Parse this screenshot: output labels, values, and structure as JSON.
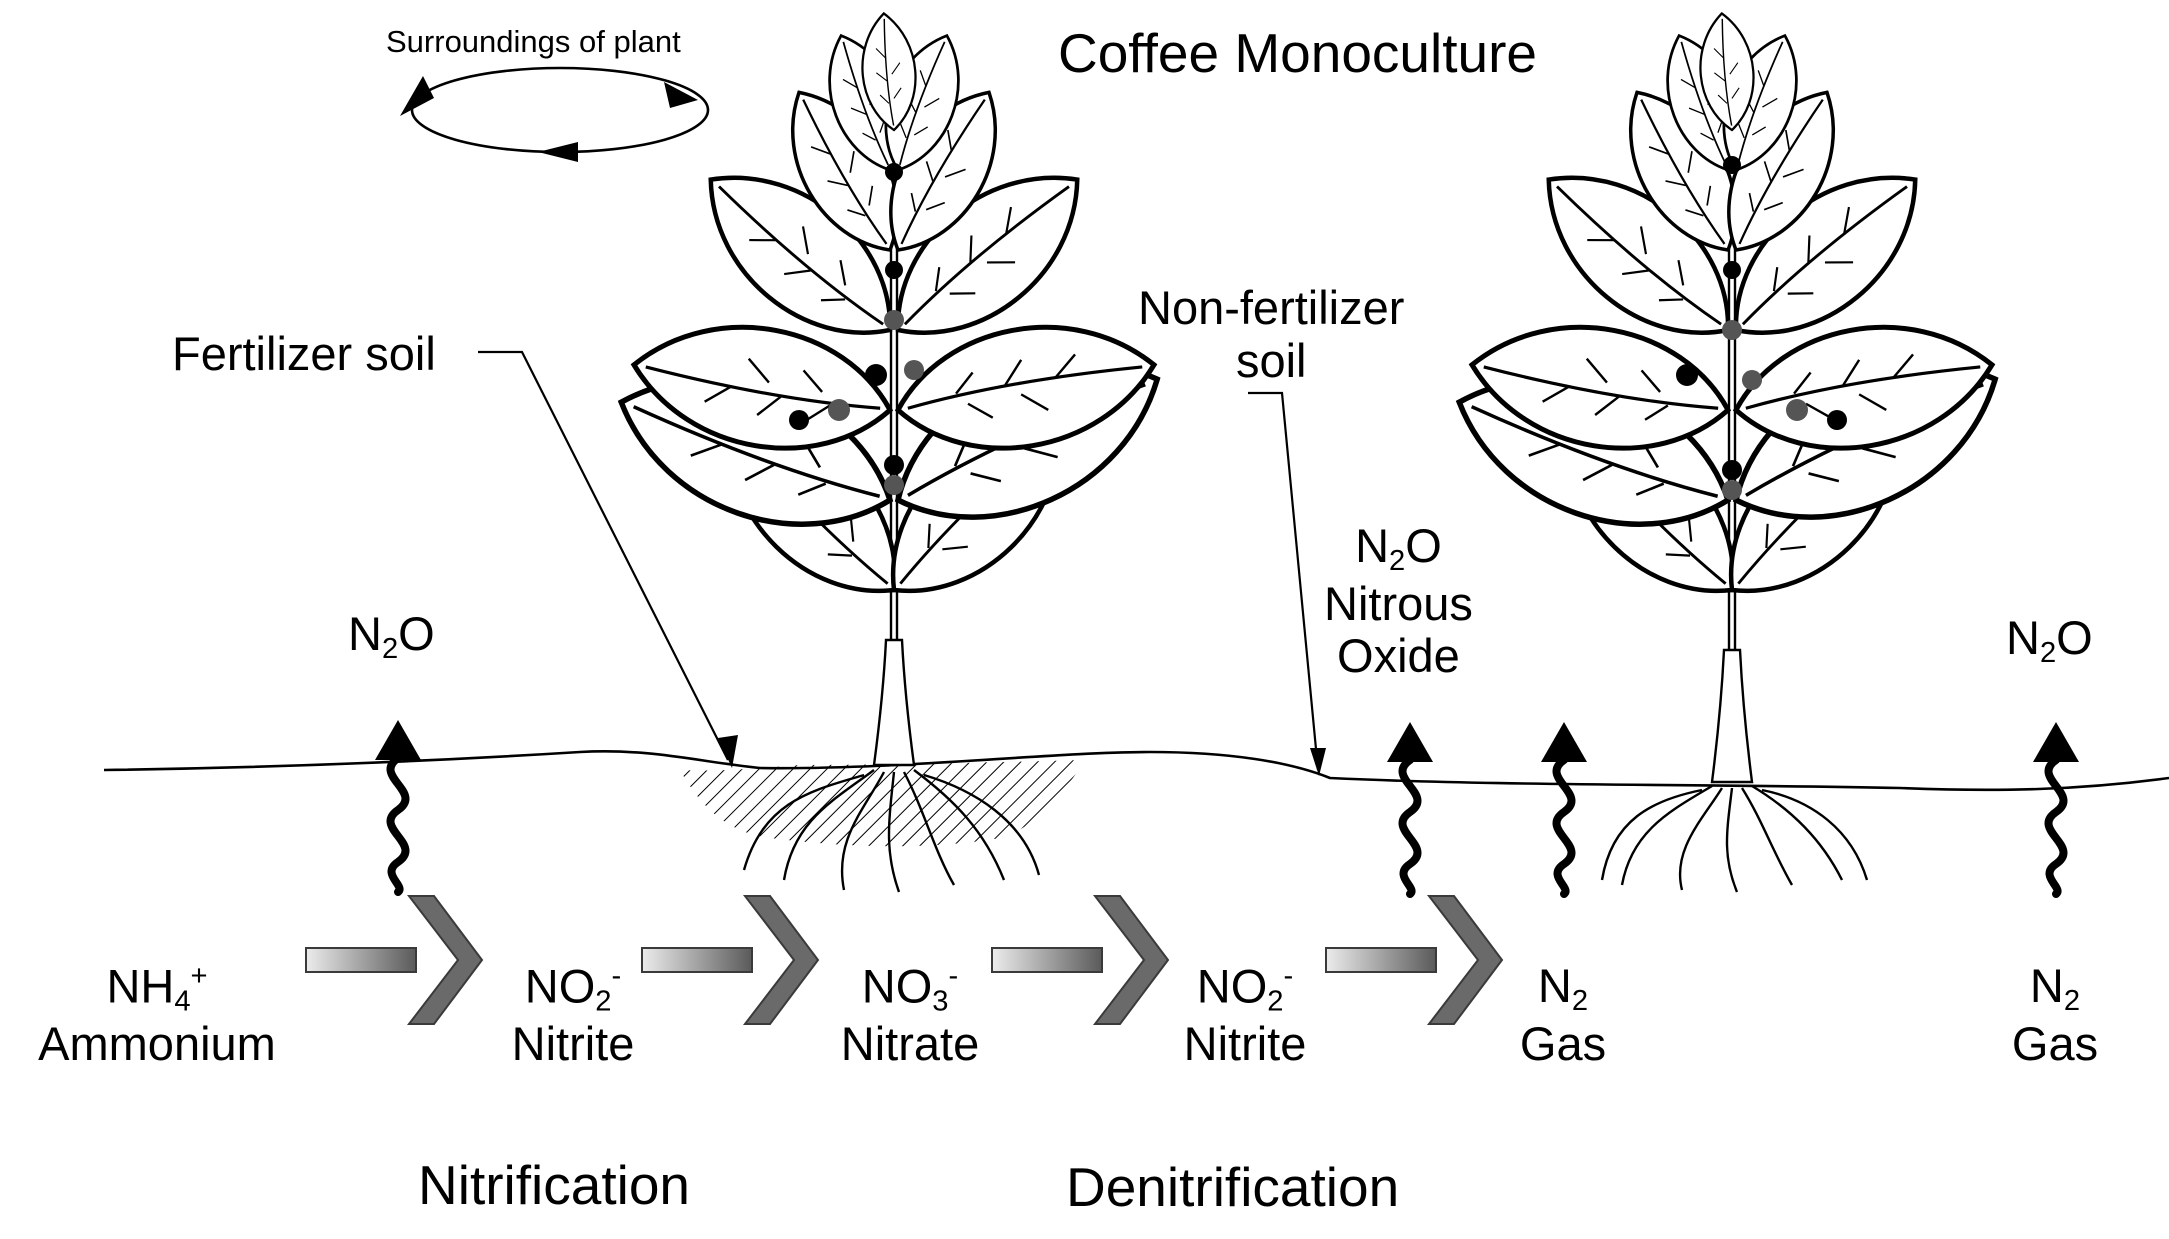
{
  "title": "Coffee Monoculture",
  "surroundings_label": "Surroundings of plant",
  "fertilizer_label": "Fertilizer soil",
  "nonfertilizer_label": [
    "Non-fertilizer",
    "soil"
  ],
  "emissions": {
    "left": {
      "base": "N",
      "sub": "2",
      "rest": "O"
    },
    "middle": {
      "base": "N",
      "sub": "2",
      "rest": "O",
      "line2": "Nitrous",
      "line3": "Oxide"
    },
    "right": {
      "base": "N",
      "sub": "2",
      "rest": "O"
    }
  },
  "compounds": [
    {
      "formula_base": "NH",
      "formula_sub": "4",
      "formula_sup": "+",
      "name": "Ammonium"
    },
    {
      "formula_base": "NO",
      "formula_sub": "2",
      "formula_sup": "-",
      "name": "Nitrite"
    },
    {
      "formula_base": "NO",
      "formula_sub": "3",
      "formula_sup": "-",
      "name": "Nitrate"
    },
    {
      "formula_base": "NO",
      "formula_sub": "2",
      "formula_sup": "-",
      "name": "Nitrite"
    },
    {
      "formula_base": "N",
      "formula_sub": "2",
      "formula_sup": "",
      "name": "Gas"
    },
    {
      "formula_base": "N",
      "formula_sub": "2",
      "formula_sup": "",
      "name": "Gas"
    }
  ],
  "processes": {
    "nitrification": "Nitrification",
    "denitrification": "Denitrification"
  },
  "colors": {
    "ink": "#000000",
    "arrow_light": "#e8e8e8",
    "arrow_dark": "#606060",
    "arrow_edge": "#3a3a3a"
  }
}
